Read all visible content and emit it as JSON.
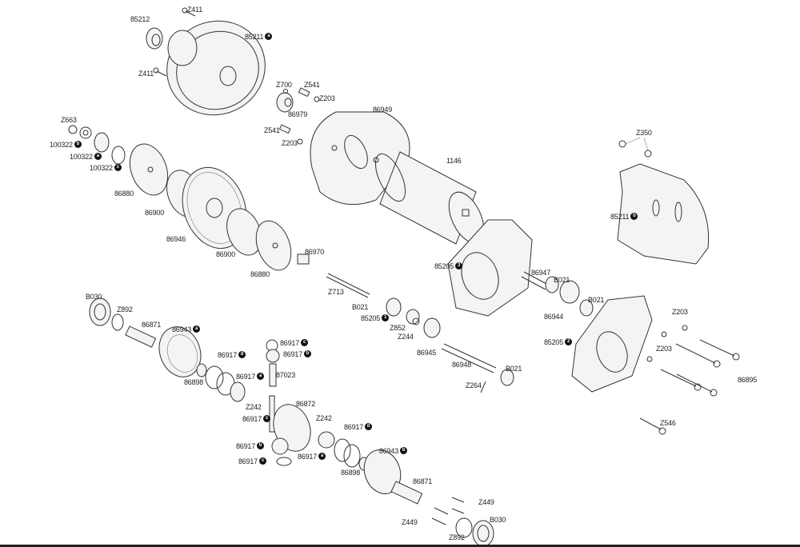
{
  "title": "Exploded parts diagram - motor, slipper clutch, gearbox and differential",
  "labels": [
    {
      "text": "Z411",
      "badge": null
    },
    {
      "text": "85212",
      "badge": null
    },
    {
      "text": "85211",
      "badge": "a"
    },
    {
      "text": "Z411",
      "badge": null
    },
    {
      "text": "Z700",
      "badge": null
    },
    {
      "text": "Z541",
      "badge": null
    },
    {
      "text": "Z203",
      "badge": null
    },
    {
      "text": "86979",
      "badge": null
    },
    {
      "text": "86949",
      "badge": null
    },
    {
      "text": "Z541",
      "badge": null
    },
    {
      "text": "Z203",
      "badge": null
    },
    {
      "text": "Z663",
      "badge": null
    },
    {
      "text": "100322",
      "badge": "b"
    },
    {
      "text": "100322",
      "badge": "a"
    },
    {
      "text": "100322",
      "badge": "c"
    },
    {
      "text": "86880",
      "badge": null
    },
    {
      "text": "86900",
      "badge": null
    },
    {
      "text": "86946",
      "badge": null
    },
    {
      "text": "86900",
      "badge": null
    },
    {
      "text": "86970",
      "badge": null
    },
    {
      "text": "86880",
      "badge": null
    },
    {
      "text": "1146",
      "badge": null
    },
    {
      "text": "Z350",
      "badge": null
    },
    {
      "text": "85211",
      "badge": "b"
    },
    {
      "text": "85205",
      "badge": "3"
    },
    {
      "text": "86947",
      "badge": null
    },
    {
      "text": "B021",
      "badge": null
    },
    {
      "text": "86944",
      "badge": null
    },
    {
      "text": "B021",
      "badge": null
    },
    {
      "text": "Z713",
      "badge": null
    },
    {
      "text": "B021",
      "badge": null
    },
    {
      "text": "85205",
      "badge": "1"
    },
    {
      "text": "Z852",
      "badge": null
    },
    {
      "text": "Z244",
      "badge": null
    },
    {
      "text": "86945",
      "badge": null
    },
    {
      "text": "85205",
      "badge": "2"
    },
    {
      "text": "Z203",
      "badge": null
    },
    {
      "text": "Z203",
      "badge": null
    },
    {
      "text": "86895",
      "badge": null
    },
    {
      "text": "86948",
      "badge": null
    },
    {
      "text": "B021",
      "badge": null
    },
    {
      "text": "Z264",
      "badge": null
    },
    {
      "text": "Z546",
      "badge": null
    },
    {
      "text": "B030",
      "badge": null
    },
    {
      "text": "Z892",
      "badge": null
    },
    {
      "text": "86871",
      "badge": null
    },
    {
      "text": "86943",
      "badge": "a"
    },
    {
      "text": "86917",
      "badge": "d"
    },
    {
      "text": "86917",
      "badge": "c"
    },
    {
      "text": "86917",
      "badge": "b"
    },
    {
      "text": "87023",
      "badge": null
    },
    {
      "text": "86898",
      "badge": null
    },
    {
      "text": "86917",
      "badge": "a"
    },
    {
      "text": "Z242",
      "badge": null
    },
    {
      "text": "86917",
      "badge": "c"
    },
    {
      "text": "86872",
      "badge": null
    },
    {
      "text": "Z242",
      "badge": null
    },
    {
      "text": "86917",
      "badge": "d"
    },
    {
      "text": "86917",
      "badge": "b"
    },
    {
      "text": "86917",
      "badge": "a"
    },
    {
      "text": "86917",
      "badge": "c"
    },
    {
      "text": "86898",
      "badge": null
    },
    {
      "text": "86943",
      "badge": "b"
    },
    {
      "text": "86871",
      "badge": null
    },
    {
      "text": "Z449",
      "badge": null
    },
    {
      "text": "Z449",
      "badge": null
    },
    {
      "text": "B030",
      "badge": null
    },
    {
      "text": "Z892",
      "badge": null
    }
  ]
}
